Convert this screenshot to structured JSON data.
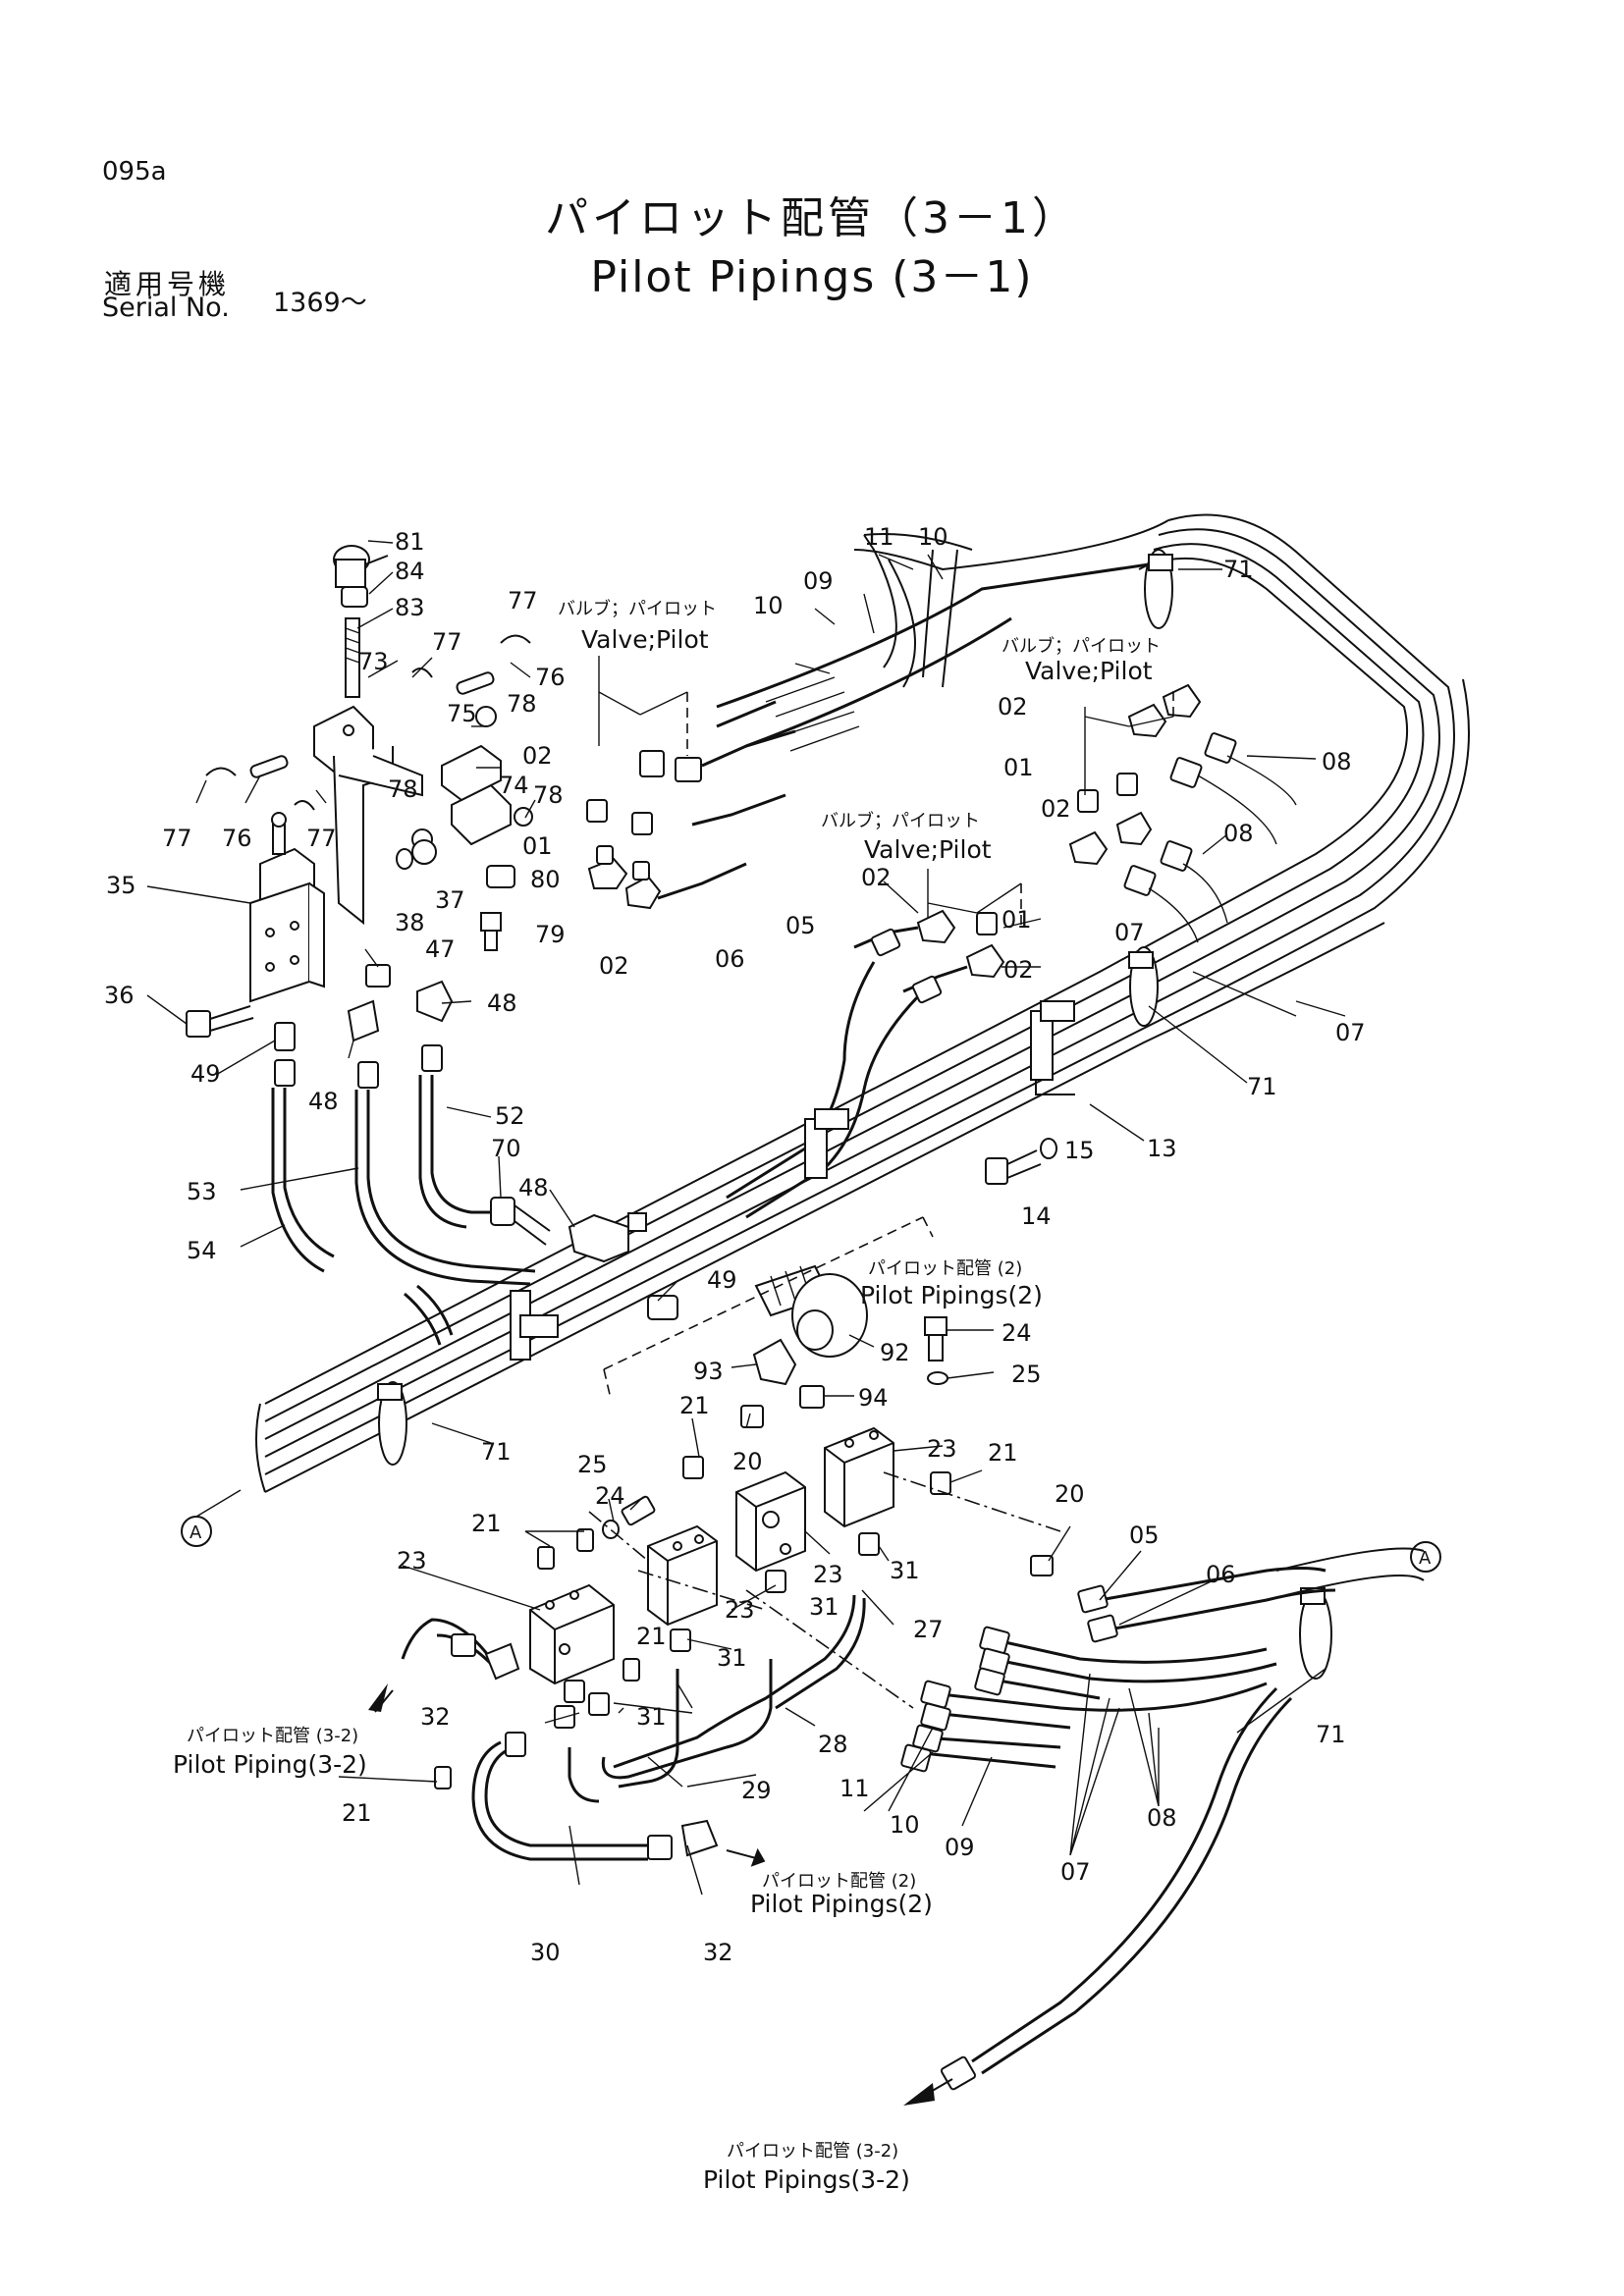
{
  "header": {
    "page_id": "095a",
    "title_jp": "パイロット配管（3－1）",
    "title_en": "Pilot Pipings (3－1)",
    "serial_label_jp": "適用号機",
    "serial_label_en": "Serial No.",
    "serial_value": "1369～"
  },
  "callouts": {
    "valve_pilot_jp": "バルブ；パイロット",
    "valve_pilot_en": "Valve;Pilot",
    "pilot_pipings_2_jp": "パイロット配管 (2)",
    "pilot_pipings_2_en": "Pilot Pipings(2)",
    "pilot_piping_3_2_jp": "パイロット配管 (3-2)",
    "pilot_piping_3_2_en": "Pilot Piping(3-2)",
    "pilot_pipings_3_2_en": "Pilot Pipings(3-2)",
    "ref_a": "A"
  },
  "part_numbers": {
    "p01": "01",
    "p02": "02",
    "p05": "05",
    "p06": "06",
    "p07": "07",
    "p08": "08",
    "p09": "09",
    "p10": "10",
    "p11": "11",
    "p13": "13",
    "p14": "14",
    "p15": "15",
    "p20": "20",
    "p21": "21",
    "p23": "23",
    "p24": "24",
    "p25": "25",
    "p27": "27",
    "p28": "28",
    "p29": "29",
    "p30": "30",
    "p31": "31",
    "p32": "32",
    "p35": "35",
    "p36": "36",
    "p37": "37",
    "p38": "38",
    "p47": "47",
    "p48": "48",
    "p49": "49",
    "p52": "52",
    "p53": "53",
    "p54": "54",
    "p70": "70",
    "p71": "71",
    "p73": "73",
    "p74": "74",
    "p75": "75",
    "p76": "76",
    "p77": "77",
    "p78": "78",
    "p79": "79",
    "p80": "80",
    "p81": "81",
    "p83": "83",
    "p84": "84",
    "p92": "92",
    "p93": "93",
    "p94": "94"
  }
}
